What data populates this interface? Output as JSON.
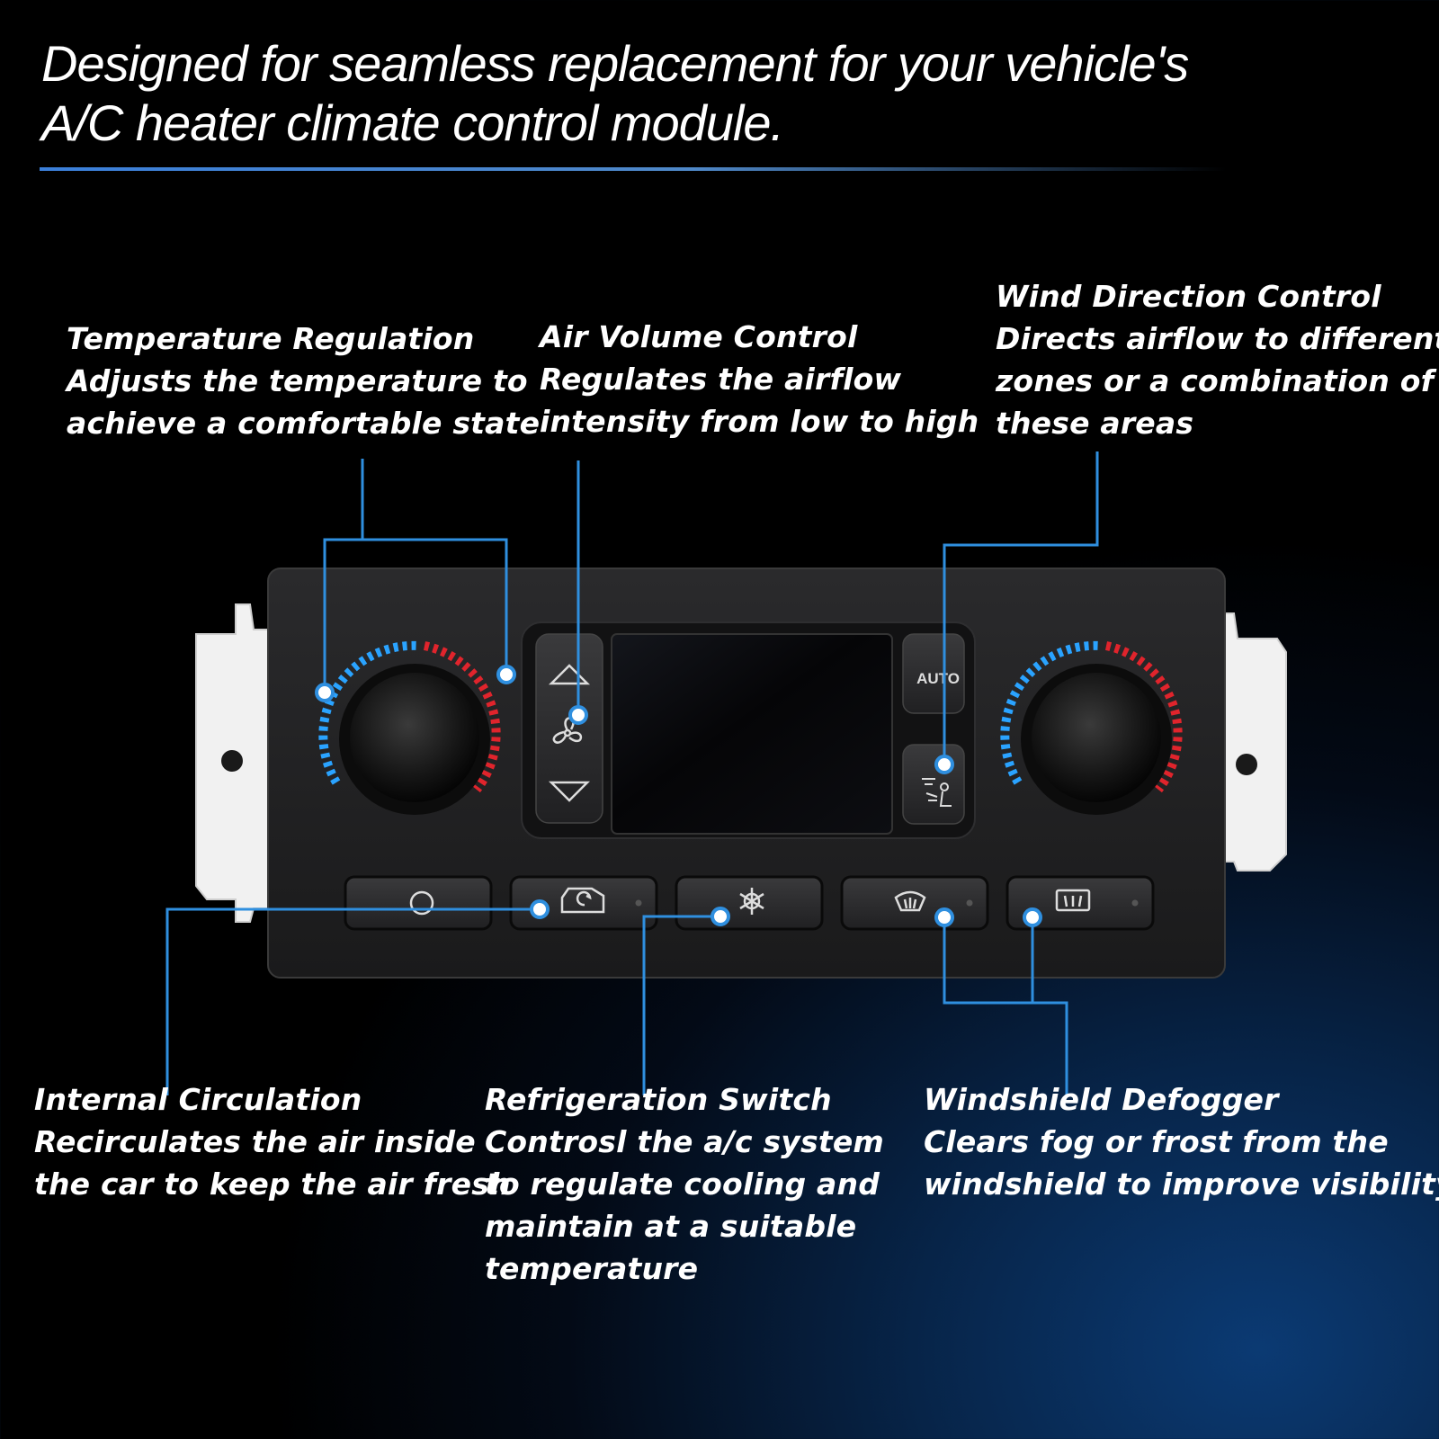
{
  "headline": {
    "line1": "Designed for seamless replacement for your vehicle's",
    "line2": "A/C heater climate control module."
  },
  "callouts": {
    "temperature": {
      "title": "Temperature Regulation",
      "line1": "Adjusts the temperature to",
      "line2": "achieve a comfortable state"
    },
    "air_volume": {
      "title": "Air Volume Control",
      "line1": "Regulates the airflow",
      "line2": "intensity from low to high"
    },
    "wind_direction": {
      "title": "Wind Direction Control",
      "line1": "Directs airflow to different",
      "line2": "zones or a combination of",
      "line3": "these areas"
    },
    "internal_circulation": {
      "title": "Internal Circulation",
      "line1": "Recirculates the air inside",
      "line2": "the car to keep the air fresh"
    },
    "refrigeration": {
      "title": "Refrigeration Switch",
      "line1": "Controsl the a/c system",
      "line2": "to regulate cooling and",
      "line3": "maintain at a suitable",
      "line4": "temperature"
    },
    "defogger": {
      "title": "Windshield Defogger",
      "line1": "Clears fog or frost from the",
      "line2": "windshield to improve visibility"
    }
  },
  "panel": {
    "auto_label": "AUTO"
  },
  "colors": {
    "accent_line": "#2f8fdf",
    "cold_scale": "#2aa3ff",
    "hot_scale": "#e0242c"
  }
}
